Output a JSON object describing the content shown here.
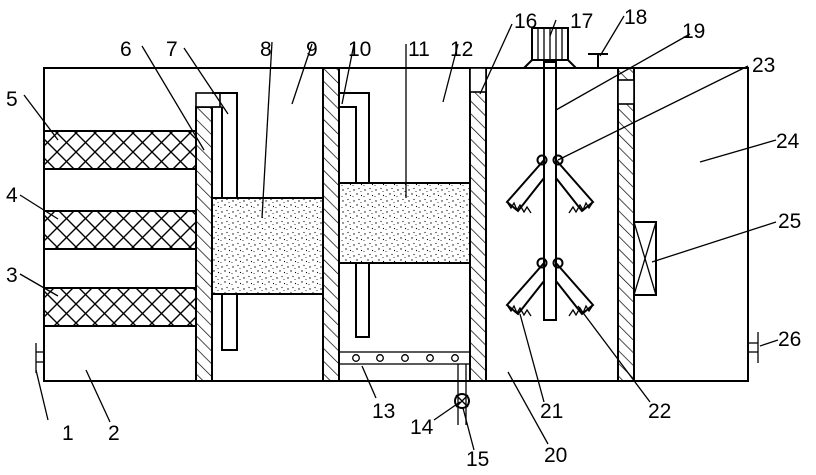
{
  "callouts": [
    {
      "id": "c1",
      "text": "1"
    },
    {
      "id": "c2",
      "text": "2"
    },
    {
      "id": "c3",
      "text": "3"
    },
    {
      "id": "c4",
      "text": "4"
    },
    {
      "id": "c5",
      "text": "5"
    },
    {
      "id": "c6",
      "text": "6"
    },
    {
      "id": "c7",
      "text": "7"
    },
    {
      "id": "c8",
      "text": "8"
    },
    {
      "id": "c9",
      "text": "9"
    },
    {
      "id": "c10",
      "text": "10"
    },
    {
      "id": "c11",
      "text": "11"
    },
    {
      "id": "c12",
      "text": "12"
    },
    {
      "id": "c13",
      "text": "13"
    },
    {
      "id": "c14",
      "text": "14"
    },
    {
      "id": "c15",
      "text": "15"
    },
    {
      "id": "c16",
      "text": "16"
    },
    {
      "id": "c17",
      "text": "17"
    },
    {
      "id": "c18",
      "text": "18"
    },
    {
      "id": "c19",
      "text": "19"
    },
    {
      "id": "c20",
      "text": "20"
    },
    {
      "id": "c21",
      "text": "21"
    },
    {
      "id": "c22",
      "text": "22"
    },
    {
      "id": "c23",
      "text": "23"
    },
    {
      "id": "c24",
      "text": "24"
    },
    {
      "id": "c25",
      "text": "25"
    },
    {
      "id": "c26",
      "text": "26"
    }
  ]
}
